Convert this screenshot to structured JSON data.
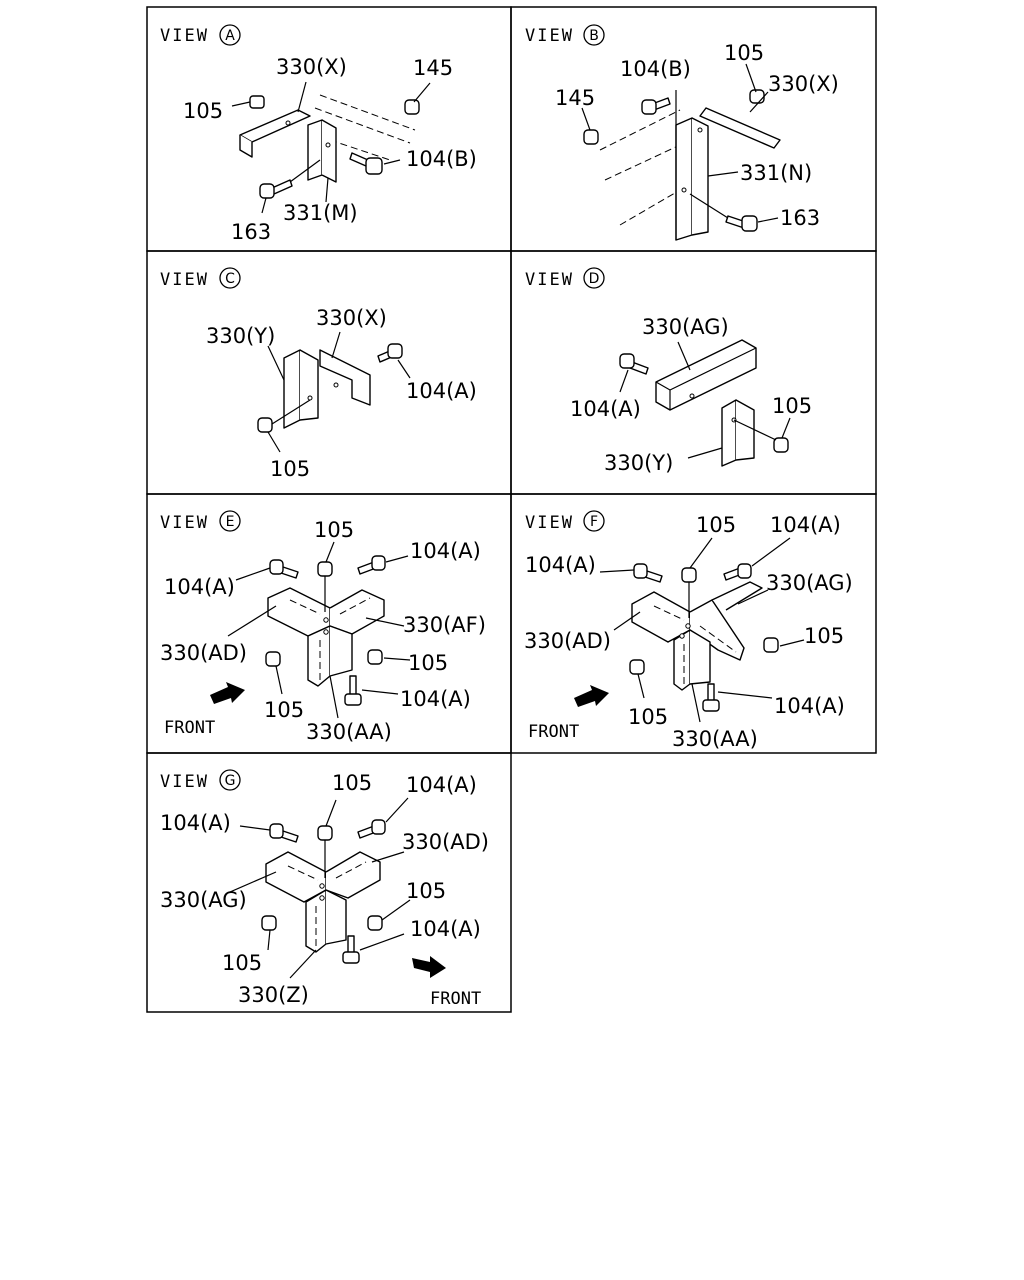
{
  "view_word": "VIEW",
  "front_label": "FRONT",
  "panels": [
    {
      "id": "A",
      "callouts": [
        "330(X)",
        "145",
        "105",
        "104(B)",
        "163",
        "331(M)"
      ]
    },
    {
      "id": "B",
      "callouts": [
        "104(B)",
        "105",
        "145",
        "330(X)",
        "331(N)",
        "163"
      ]
    },
    {
      "id": "C",
      "callouts": [
        "330(X)",
        "330(Y)",
        "104(A)",
        "105"
      ]
    },
    {
      "id": "D",
      "callouts": [
        "330(AG)",
        "104(A)",
        "105",
        "330(Y)"
      ]
    },
    {
      "id": "E",
      "callouts": [
        "105",
        "104(A)",
        "104(A)",
        "330(AF)",
        "330(AD)",
        "105",
        "105",
        "104(A)",
        "330(AA)"
      ]
    },
    {
      "id": "F",
      "callouts": [
        "105",
        "104(A)",
        "104(A)",
        "330(AG)",
        "330(AD)",
        "105",
        "105",
        "104(A)",
        "330(AA)"
      ]
    },
    {
      "id": "G",
      "callouts": [
        "105",
        "104(A)",
        "104(A)",
        "330(AD)",
        "330(AG)",
        "105",
        "104(A)",
        "105",
        "330(Z)"
      ]
    }
  ]
}
